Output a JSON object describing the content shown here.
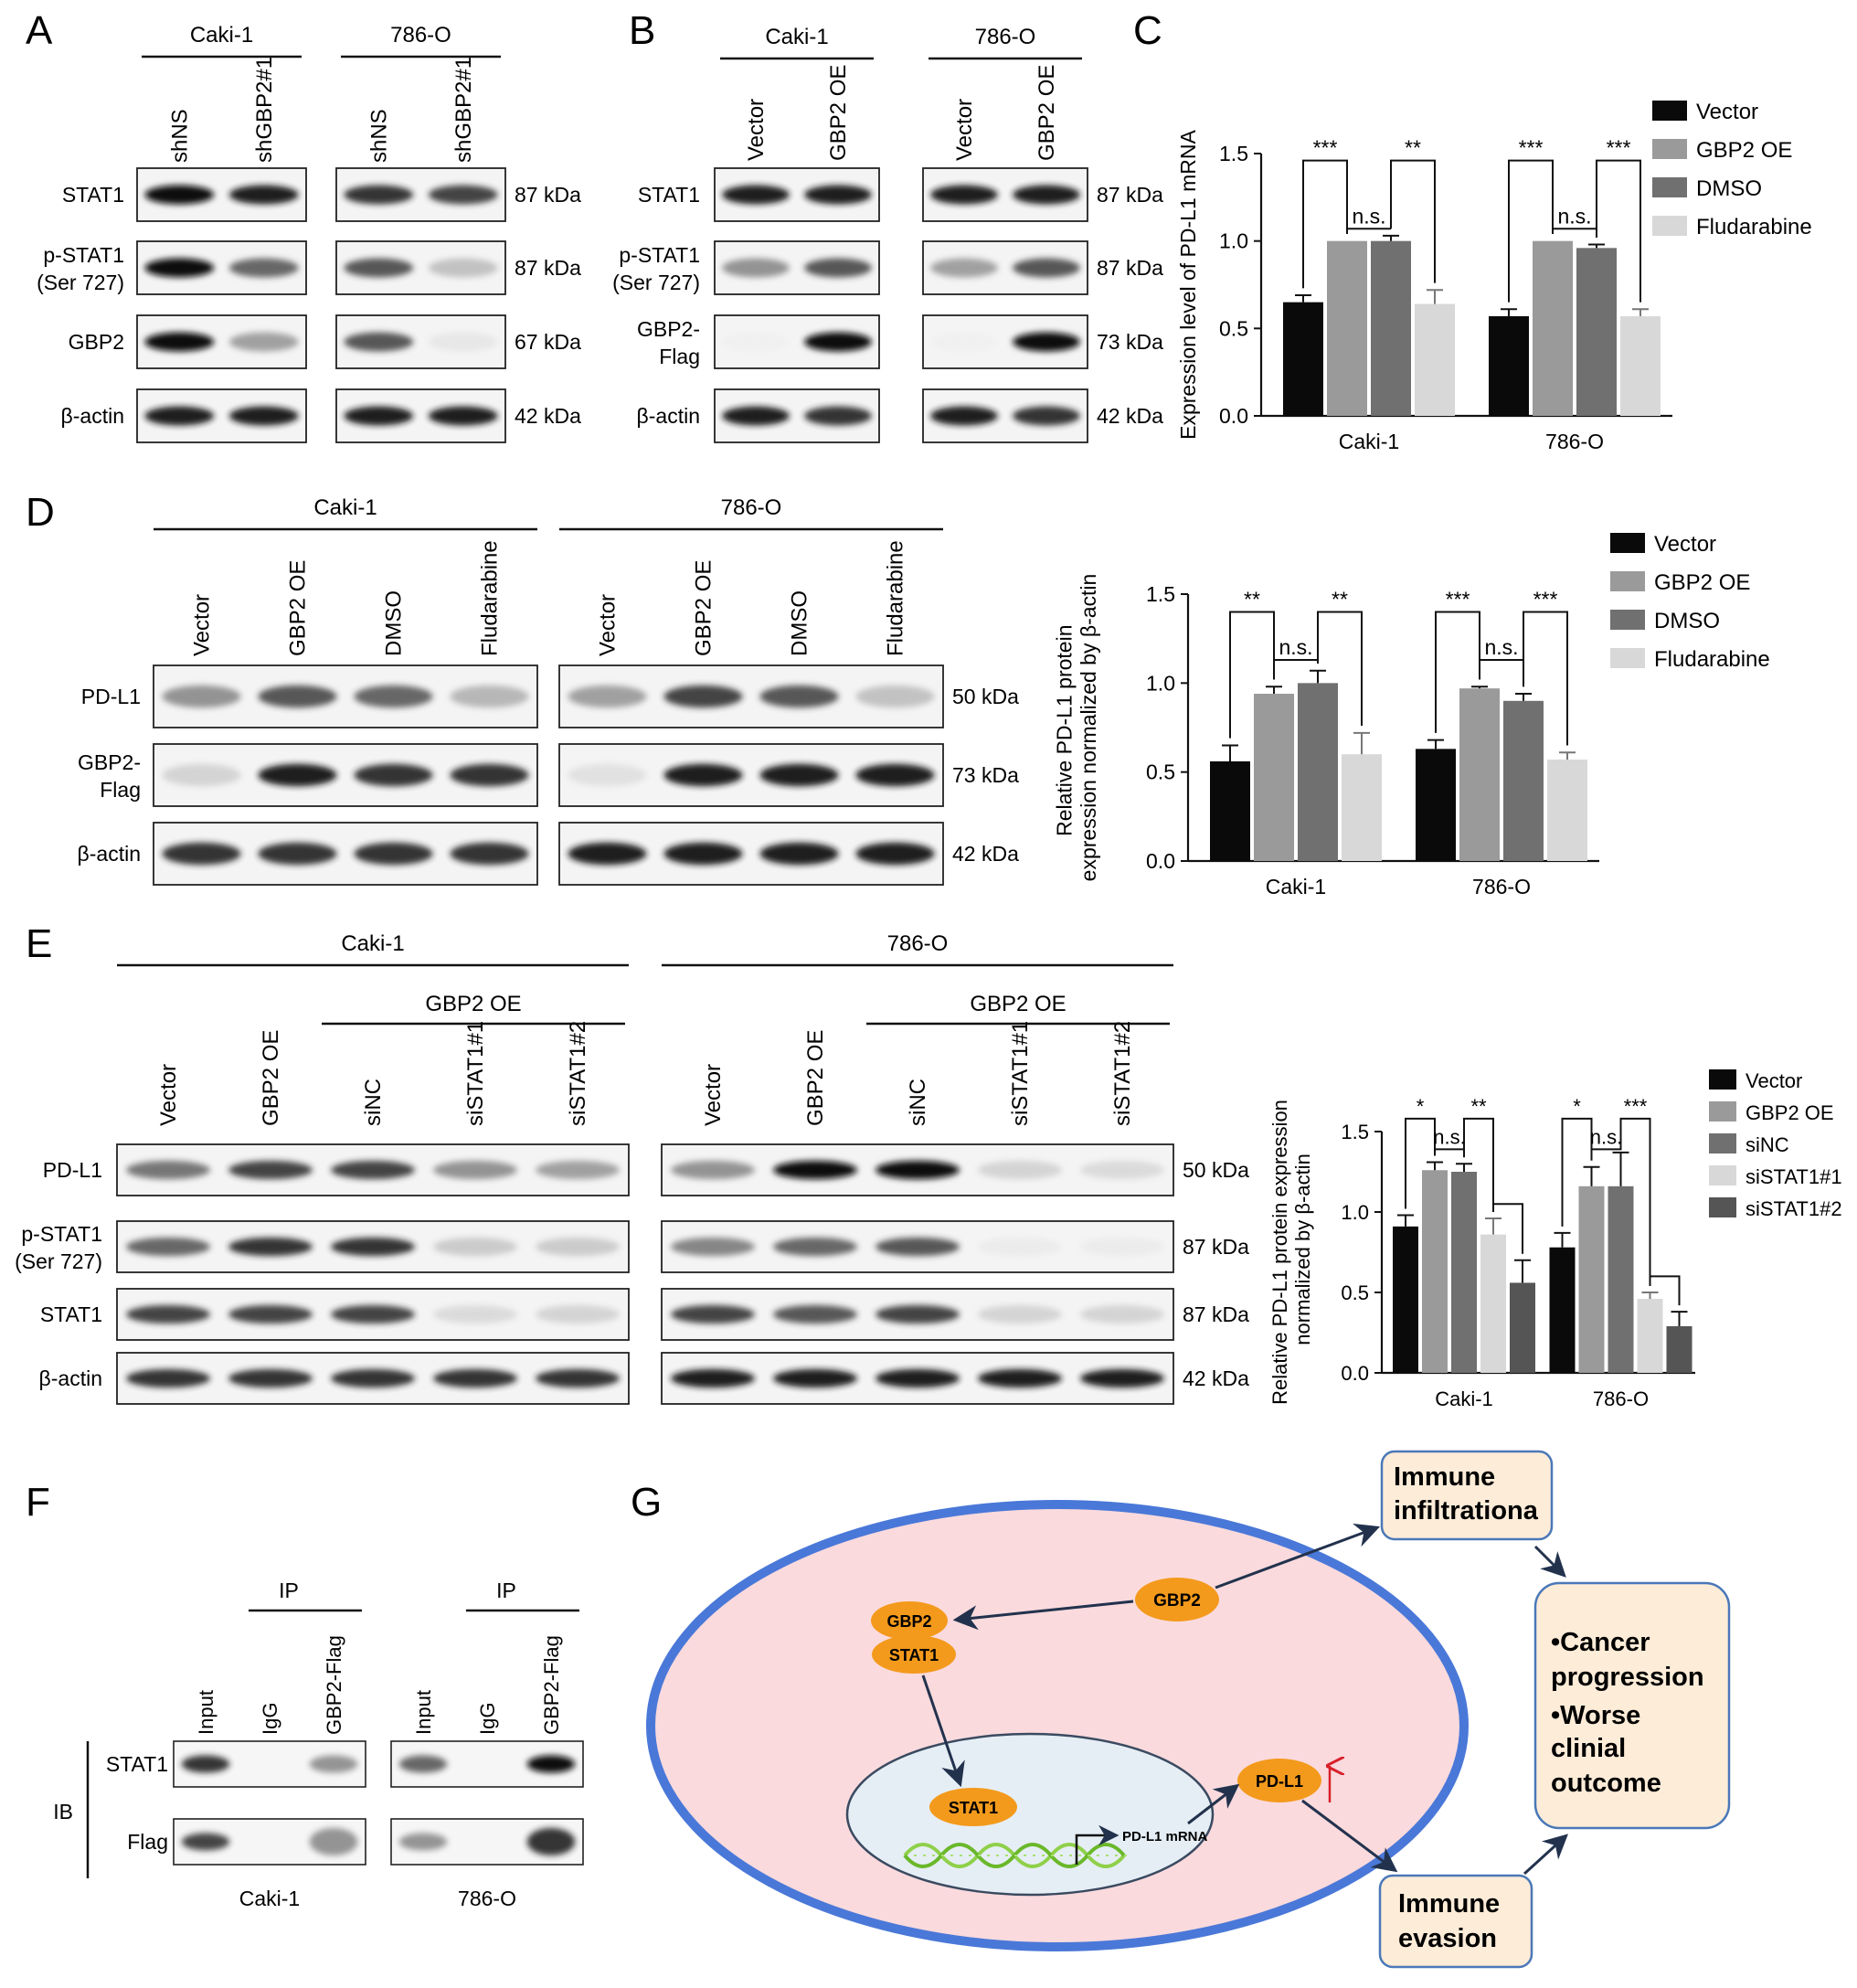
{
  "panels": {
    "A": {
      "letter": "A",
      "groups": [
        "Caki-1",
        "786-O"
      ],
      "lanes": [
        "shNS",
        "shGBP2#1"
      ],
      "rows": [
        {
          "label": [
            "STAT1"
          ],
          "kda": "87 kDa",
          "bands": [
            [
              1.0,
              0.95
            ],
            [
              0.9,
              0.85
            ]
          ]
        },
        {
          "label": [
            "p-STAT1",
            "(Ser 727)"
          ],
          "kda": "87 kDa",
          "bands": [
            [
              1.0,
              0.75
            ],
            [
              0.8,
              0.4
            ]
          ]
        },
        {
          "label": [
            "GBP2"
          ],
          "kda": "67 kDa",
          "bands": [
            [
              1.0,
              0.55
            ],
            [
              0.8,
              0.15
            ]
          ]
        },
        {
          "label": [
            "β-actin"
          ],
          "kda": "42 kDa",
          "bands": [
            [
              0.95,
              0.95
            ],
            [
              0.95,
              0.95
            ]
          ]
        }
      ]
    },
    "B": {
      "letter": "B",
      "groups": [
        "Caki-1",
        "786-O"
      ],
      "lanes": [
        "Vector",
        "GBP2 OE"
      ],
      "rows": [
        {
          "label": [
            "STAT1"
          ],
          "kda": "87 kDa",
          "bands": [
            [
              0.95,
              0.95
            ],
            [
              0.95,
              0.95
            ]
          ]
        },
        {
          "label": [
            "p-STAT1",
            "(Ser 727)"
          ],
          "kda": "87 kDa",
          "bands": [
            [
              0.6,
              0.8
            ],
            [
              0.55,
              0.8
            ]
          ]
        },
        {
          "label": [
            "GBP2-",
            "Flag"
          ],
          "kda": "73 kDa",
          "bands": [
            [
              0.03,
              1.0
            ],
            [
              0.03,
              1.0
            ]
          ]
        },
        {
          "label": [
            "β-actin"
          ],
          "kda": "42 kDa",
          "bands": [
            [
              0.95,
              0.9
            ],
            [
              0.95,
              0.9
            ]
          ]
        }
      ]
    },
    "D": {
      "letter": "D",
      "groups": [
        "Caki-1",
        "786-O"
      ],
      "lanes": [
        "Vector",
        "GBP2 OE",
        "DMSO",
        "Fludarabine"
      ],
      "rows": [
        {
          "label": [
            "PD-L1"
          ],
          "kda": "50 kDa",
          "bands": [
            [
              0.6,
              0.8,
              0.75,
              0.45
            ],
            [
              0.55,
              0.85,
              0.8,
              0.4
            ]
          ]
        },
        {
          "label": [
            "GBP2-",
            "Flag"
          ],
          "kda": "73 kDa",
          "bands": [
            [
              0.3,
              0.95,
              0.9,
              0.9
            ],
            [
              0.2,
              0.95,
              0.95,
              0.95
            ]
          ]
        },
        {
          "label": [
            "β-actin"
          ],
          "kda": "42 kDa",
          "bands": [
            [
              0.9,
              0.9,
              0.9,
              0.9
            ],
            [
              0.95,
              0.95,
              0.95,
              0.95
            ]
          ]
        }
      ]
    },
    "E": {
      "letter": "E",
      "groups": [
        "Caki-1",
        "786-O"
      ],
      "subgroup": "GBP2 OE",
      "lanes": [
        "Vector",
        "GBP2 OE",
        "siNC",
        "siSTAT1#1",
        "siSTAT1#2"
      ],
      "rows": [
        {
          "label": [
            "PD-L1"
          ],
          "kda": "50 kDa",
          "bands": [
            [
              0.7,
              0.85,
              0.85,
              0.6,
              0.55
            ],
            [
              0.6,
              1.0,
              1.0,
              0.3,
              0.25
            ]
          ]
        },
        {
          "label": [
            "p-STAT1",
            "(Ser 727)"
          ],
          "kda": "87 kDa",
          "bands": [
            [
              0.75,
              0.9,
              0.9,
              0.35,
              0.35
            ],
            [
              0.65,
              0.75,
              0.8,
              0.1,
              0.1
            ]
          ]
        },
        {
          "label": [
            "STAT1"
          ],
          "kda": "87 kDa",
          "bands": [
            [
              0.85,
              0.85,
              0.85,
              0.25,
              0.3
            ],
            [
              0.85,
              0.8,
              0.85,
              0.3,
              0.3
            ]
          ]
        },
        {
          "label": [
            "β-actin"
          ],
          "kda": "42 kDa",
          "bands": [
            [
              0.9,
              0.9,
              0.9,
              0.9,
              0.9
            ],
            [
              0.95,
              0.95,
              0.95,
              0.95,
              0.95
            ]
          ]
        }
      ]
    },
    "F": {
      "letter": "F",
      "ip_label": "IP",
      "ib_label": "IB",
      "lanes": [
        "Input",
        "IgG",
        "GBP2-Flag"
      ],
      "rows": [
        "STAT1",
        "Flag"
      ],
      "cells": [
        "Caki-1",
        "786-O"
      ],
      "bands": [
        [
          [
            0.9,
            0.0,
            0.6
          ],
          [
            0.75,
            0.0,
            1.0
          ]
        ],
        [
          [
            0.85,
            0.0,
            0.6
          ],
          [
            0.6,
            0.0,
            0.9
          ]
        ]
      ]
    },
    "G": {
      "letter": "G",
      "gbp2": "GBP2",
      "complex_top": "GBP2",
      "complex_bottom": "STAT1",
      "nuclear_stat1": "STAT1",
      "pdl1_mrna": "PD-L1 mRNA",
      "pdl1": "PD-L1",
      "immune_infiltration": [
        "Immune",
        "infiltrationa"
      ],
      "outcome": [
        "•Cancer",
        "progression",
        "•Worse",
        "clinial",
        "outcome"
      ],
      "immune_evasion": [
        "Immune",
        "evasion"
      ]
    }
  },
  "chart_data": [
    {
      "panel": "C",
      "type": "bar",
      "letter": "C",
      "ylabel": "Expression level of PD-L1 mRNA",
      "xlabel": "",
      "categories": [
        "Caki-1",
        "786-O"
      ],
      "series": [
        {
          "name": "Vector",
          "color": "#0a0a0a",
          "values": [
            0.65,
            0.57
          ],
          "errors": [
            0.04,
            0.04
          ]
        },
        {
          "name": "GBP2 OE",
          "color": "#9a9a9a",
          "values": [
            1.0,
            1.0
          ],
          "errors": [
            0.0,
            0.0
          ]
        },
        {
          "name": "DMSO",
          "color": "#707070",
          "values": [
            1.0,
            0.96
          ],
          "errors": [
            0.03,
            0.02
          ]
        },
        {
          "name": "Fludarabine",
          "color": "#d8d8d8",
          "values": [
            0.64,
            0.57
          ],
          "errors": [
            0.08,
            0.04
          ]
        }
      ],
      "ylim": [
        0,
        1.5
      ],
      "yticks": [
        0.0,
        0.5,
        1.0,
        1.5
      ],
      "legend": "top-right",
      "significance": [
        {
          "category": 0,
          "from": 0,
          "to": 1,
          "label": "***",
          "level": 1.46
        },
        {
          "category": 0,
          "from": 1,
          "to": 2,
          "label": "n.s.",
          "level": 1.07
        },
        {
          "category": 0,
          "from": 2,
          "to": 3,
          "label": "**",
          "level": 1.46
        },
        {
          "category": 1,
          "from": 0,
          "to": 1,
          "label": "***",
          "level": 1.46
        },
        {
          "category": 1,
          "from": 1,
          "to": 2,
          "label": "n.s.",
          "level": 1.07
        },
        {
          "category": 1,
          "from": 2,
          "to": 3,
          "label": "***",
          "level": 1.46
        }
      ]
    },
    {
      "panel": "D",
      "type": "bar",
      "ylabel": "Relative PD-L1 protein expression normalized by β-actin",
      "xlabel": "",
      "categories": [
        "Caki-1",
        "786-O"
      ],
      "series": [
        {
          "name": "Vector",
          "color": "#0a0a0a",
          "values": [
            0.56,
            0.63
          ],
          "errors": [
            0.09,
            0.05
          ]
        },
        {
          "name": "GBP2 OE",
          "color": "#9a9a9a",
          "values": [
            0.94,
            0.97
          ],
          "errors": [
            0.04,
            0.01
          ]
        },
        {
          "name": "DMSO",
          "color": "#707070",
          "values": [
            1.0,
            0.9
          ],
          "errors": [
            0.07,
            0.04
          ]
        },
        {
          "name": "Fludarabine",
          "color": "#d8d8d8",
          "values": [
            0.6,
            0.57
          ],
          "errors": [
            0.12,
            0.04
          ]
        }
      ],
      "ylim": [
        0,
        1.5
      ],
      "yticks": [
        0.0,
        0.5,
        1.0,
        1.5
      ],
      "legend": "top-right",
      "significance": [
        {
          "category": 0,
          "from": 0,
          "to": 1,
          "label": "**",
          "level": 1.4
        },
        {
          "category": 0,
          "from": 1,
          "to": 2,
          "label": "n.s.",
          "level": 1.13
        },
        {
          "category": 0,
          "from": 2,
          "to": 3,
          "label": "**",
          "level": 1.4
        },
        {
          "category": 1,
          "from": 0,
          "to": 1,
          "label": "***",
          "level": 1.4
        },
        {
          "category": 1,
          "from": 1,
          "to": 2,
          "label": "n.s.",
          "level": 1.13
        },
        {
          "category": 1,
          "from": 2,
          "to": 3,
          "label": "***",
          "level": 1.4
        }
      ]
    },
    {
      "panel": "E",
      "type": "bar",
      "ylabel": "Relative PD-L1 protein expression normalized by β-actin",
      "xlabel": "",
      "categories": [
        "Caki-1",
        "786-O"
      ],
      "series": [
        {
          "name": "Vector",
          "color": "#0a0a0a",
          "values": [
            0.91,
            0.78
          ],
          "errors": [
            0.07,
            0.09
          ]
        },
        {
          "name": "GBP2 OE",
          "color": "#9a9a9a",
          "values": [
            1.26,
            1.16
          ],
          "errors": [
            0.05,
            0.12
          ]
        },
        {
          "name": "siNC",
          "color": "#707070",
          "values": [
            1.25,
            1.16
          ],
          "errors": [
            0.05,
            0.21
          ]
        },
        {
          "name": "siSTAT1#1",
          "color": "#d8d8d8",
          "values": [
            0.86,
            0.46
          ],
          "errors": [
            0.1,
            0.04
          ]
        },
        {
          "name": "siSTAT1#2",
          "color": "#555555",
          "values": [
            0.56,
            0.29
          ],
          "errors": [
            0.14,
            0.09
          ]
        }
      ],
      "ylim": [
        0,
        1.5
      ],
      "yticks": [
        0.0,
        0.5,
        1.0,
        1.5
      ],
      "legend": "top-right",
      "significance": [
        {
          "category": 0,
          "from": 0,
          "to": 1,
          "label": "*",
          "level": 1.58
        },
        {
          "category": 0,
          "from": 1,
          "to": 2,
          "label": "n.s.",
          "level": 1.39
        },
        {
          "category": 0,
          "from": 2,
          "to": 3,
          "label": "**",
          "level": 1.58
        },
        {
          "category": 0,
          "from": 3,
          "to": 4,
          "label": "",
          "level": 1.05
        },
        {
          "category": 1,
          "from": 0,
          "to": 1,
          "label": "*",
          "level": 1.58
        },
        {
          "category": 1,
          "from": 1,
          "to": 2,
          "label": "n.s.",
          "level": 1.39
        },
        {
          "category": 1,
          "from": 2,
          "to": 3,
          "label": "***",
          "level": 1.58
        },
        {
          "category": 1,
          "from": 3,
          "to": 4,
          "label": "",
          "level": 0.6
        }
      ]
    }
  ]
}
